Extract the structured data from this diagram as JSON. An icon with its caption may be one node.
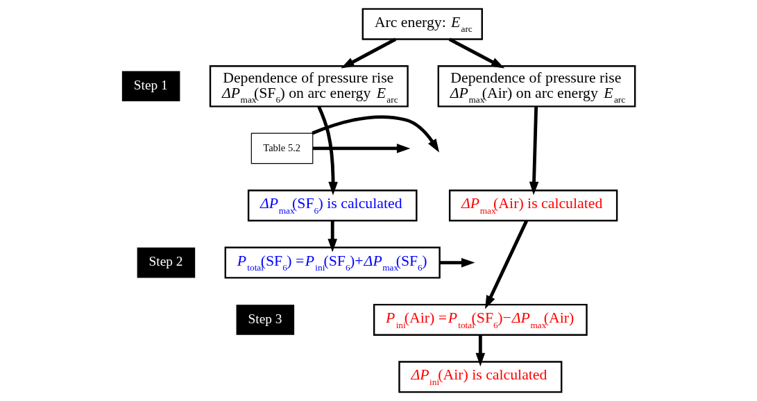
{
  "diagram": {
    "nodes": [
      {
        "text": [
          "Arc energy: *E*$_{arc}$"
        ]
      },
      {
        "text": [
          "Dependence of pressure rise *ΔP*$_{max}$(SF$_{6}$) on arc energy *E*$_{arc}$"
        ]
      },
      {
        "text": [
          "Dependence of pressure rise *ΔP*$_{max}$(Air) on arc energy *E*$_{arc}$"
        ]
      },
      {
        "text": [
          "Table 5.2"
        ]
      },
      {
        "text": [
          "*ΔP*$_{max}$(SF$_{6}$) is calculated"
        ]
      },
      {
        "text": [
          "*ΔP*$_{max}$(Air) is calculated"
        ]
      },
      {
        "text": [
          "*P*$_{total}$(SF$_{6}$) =*P*$_{ini}$(SF$_{6}$)+*ΔP*$_{max}$(SF$_{6}$)"
        ]
      },
      {
        "text": [
          "*P*$_{ini}$(Air) =*P*$_{total}$(SF$_{6}$)−*ΔP*$_{max}$(Air)"
        ]
      },
      {
        "text": [
          "*ΔP*$_{ini}$(Air) is calculated"
        ]
      }
    ],
    "edges": [
      {
        "from": 0,
        "to": 1,
        "arrow": "to"
      },
      {
        "from": 0,
        "to": 2,
        "arrow": "to"
      },
      {
        "from": 1,
        "to": 4,
        "arrow": "to"
      },
      {
        "from": 2,
        "to": 5,
        "arrow": "to"
      },
      {
        "from": 3,
        "to": null,
        "arrow": "to"
      },
      {
        "from": 3,
        "to": null,
        "arrow": "to"
      },
      {
        "from": 4,
        "to": 6,
        "arrow": "to"
      },
      {
        "from": 5,
        "to": 7,
        "arrow": "to"
      },
      {
        "from": 6,
        "to": null,
        "arrow": "to"
      },
      {
        "from": 7,
        "to": 8,
        "arrow": "to"
      }
    ],
    "labels": [
      "Step 1",
      "Step 2",
      "Step 3"
    ]
  }
}
